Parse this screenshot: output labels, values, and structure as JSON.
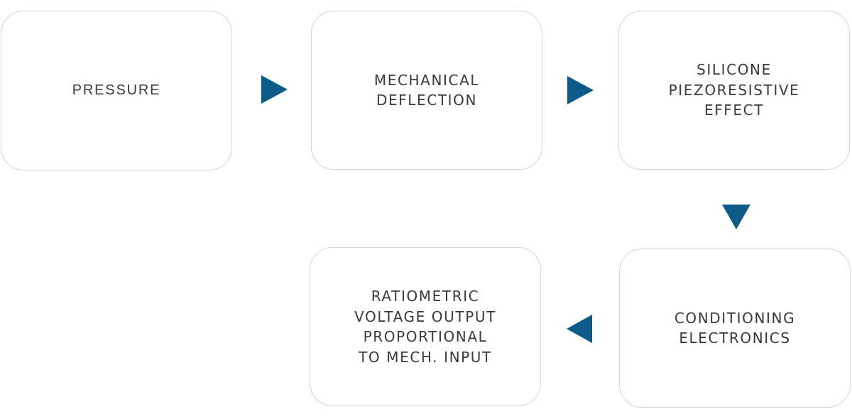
{
  "diagram": {
    "type": "flowchart",
    "accent_color": "#0b5a87",
    "box_border_color": "#d4d4d4",
    "text_color": "#3a3a3a",
    "nodes": [
      {
        "id": "pressure",
        "label": "PRESSURE"
      },
      {
        "id": "mechanical-deflection",
        "label": "MECHANICAL\nDEFLECTION"
      },
      {
        "id": "silicone-piezoresistive-effect",
        "label": "SILICONE\nPIEZORESISTIVE\nEFFECT"
      },
      {
        "id": "conditioning-electronics",
        "label": "CONDITIONING\nELECTRONICS"
      },
      {
        "id": "ratiometric-voltage-output",
        "label": "RATIOMETRIC\nVOLTAGE OUTPUT\nPROPORTIONAL\nTO MECH. INPUT"
      }
    ],
    "edges": [
      {
        "from": "pressure",
        "to": "mechanical-deflection",
        "direction": "right"
      },
      {
        "from": "mechanical-deflection",
        "to": "silicone-piezoresistive-effect",
        "direction": "right"
      },
      {
        "from": "silicone-piezoresistive-effect",
        "to": "conditioning-electronics",
        "direction": "down"
      },
      {
        "from": "conditioning-electronics",
        "to": "ratiometric-voltage-output",
        "direction": "left"
      }
    ]
  }
}
